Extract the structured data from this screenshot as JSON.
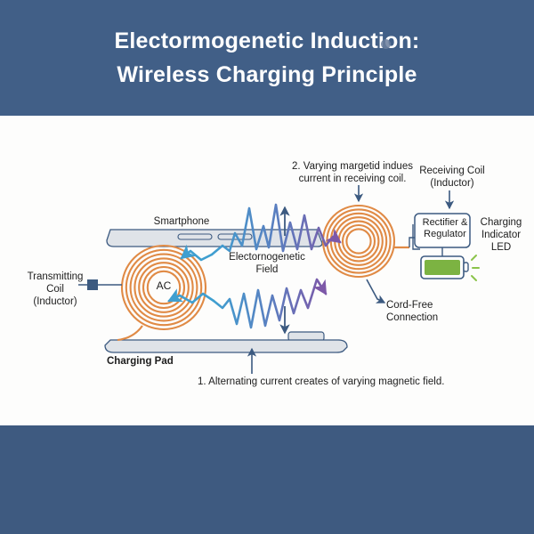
{
  "header": {
    "title_line_1": "Electormogenetic Induction:",
    "title_line_2": "Wireless Charging Principle",
    "band_color": "#415f87"
  },
  "theme": {
    "background": "#3e5a80",
    "panel": "#fdfdfc",
    "coil_color": "#e08a45",
    "wave_blue": "#3f9fd0",
    "wave_purple": "#7d58a8",
    "device_fill": "#dfe3e8",
    "device_stroke": "#3c5a80",
    "battery_green": "#7cb342",
    "text": "#1d1d1d"
  },
  "diagram": {
    "labels": {
      "transmitting_coil": "Transmitting\nCoil\n(Inductor)",
      "smartphone": "Smartphone",
      "electromagnetic_field": "Electornogenetic\nField",
      "charging_pad": "Charging Pad",
      "receiving_coil": "Receiving Coil\n(Inductor)",
      "rectifier": "Rectifier &\nRegulator",
      "charging_indicator_led": "Charging\nIndicator\nLED",
      "cord_free_connection": "Cord-Free\nConnection",
      "ac_source": "AC"
    },
    "steps": {
      "step_1": "1. Alternating current creates of varying magnetic field.",
      "step_2": "2. Varying margetid indues\ncurrent in receiving coil."
    },
    "icons": {
      "transmitter_node": "square-node-icon",
      "battery": "battery-icon",
      "led_glow": "led-glow-icon",
      "transmitting_coil": "spiral-coil-icon",
      "receiving_coil": "spiral-coil-icon",
      "field_waves": "zigzag-wave-icon",
      "smartphone": "smartphone-icon",
      "charging_pad": "charging-pad-icon"
    }
  }
}
